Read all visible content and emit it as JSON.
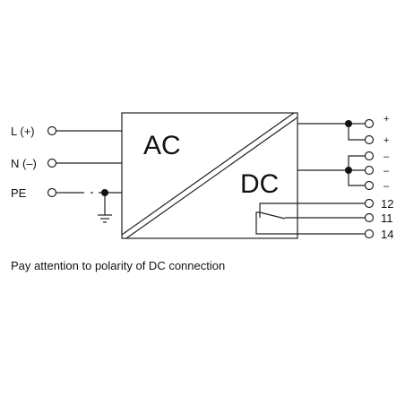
{
  "block": {
    "input_label": "AC",
    "output_label": "DC"
  },
  "inputs": {
    "line": "L (+)",
    "neutral": "N (–)",
    "earth": "PE"
  },
  "outputs": {
    "plus_1": "+",
    "plus_2": "+",
    "minus_1": "–",
    "minus_2": "–",
    "minus_3": "–",
    "relay_1": "12",
    "relay_2": "11",
    "relay_3": "14"
  },
  "note": "Pay attention to polarity of DC connection"
}
